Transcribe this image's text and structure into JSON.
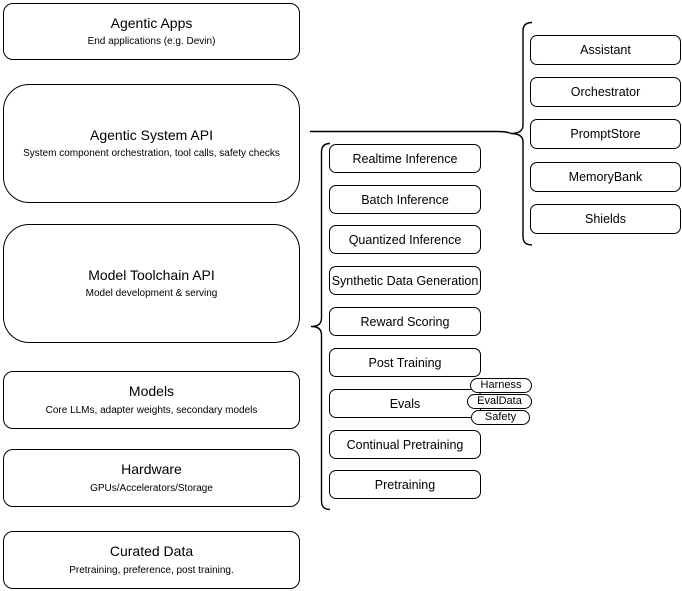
{
  "diagram": {
    "background_color": "#ffffff",
    "stroke_color": "#000000",
    "text_color": "#000000",
    "left_stack": [
      {
        "title": "Agentic Apps",
        "subtitle": "End applications (e.g. Devin)"
      },
      {
        "title": "Agentic System API",
        "subtitle": "System component orchestration, tool calls, safety checks"
      },
      {
        "title": "Model Toolchain API",
        "subtitle": "Model development & serving"
      },
      {
        "title": "Models",
        "subtitle": "Core LLMs, adapter weights, secondary models"
      },
      {
        "title": "Hardware",
        "subtitle": "GPUs/Accelerators/Storage"
      },
      {
        "title": "Curated Data",
        "subtitle": "Pretraining, preference, post training."
      }
    ],
    "toolchain_items": [
      "Realtime Inference",
      "Batch Inference",
      "Quantized Inference",
      "Synthetic Data Generation",
      "Reward Scoring",
      "Post Training",
      "Evals",
      "Continual Pretraining",
      "Pretraining"
    ],
    "eval_tags": [
      "Harness",
      "EvalData",
      "Safety"
    ],
    "system_items": [
      "Assistant",
      "Orchestrator",
      "PromptStore",
      "MemoryBank",
      "Shields"
    ]
  }
}
